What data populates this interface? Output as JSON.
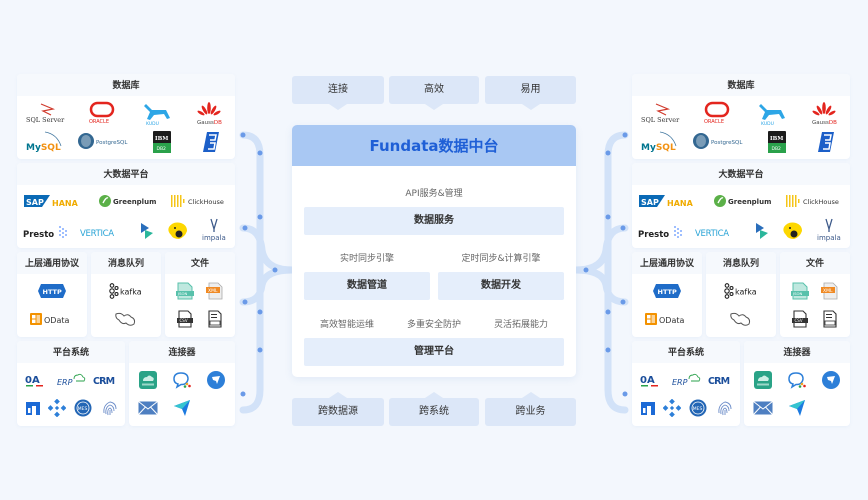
{
  "platform": {
    "title": "Fundata数据中台",
    "top_tags": [
      "连接",
      "高效",
      "易用"
    ],
    "bottom_tags": [
      "跨数据源",
      "跨系统",
      "跨业务"
    ],
    "api_caption": "API服务&管理",
    "data_service": "数据服务",
    "realtime_caption": "实时同步引擎",
    "scheduled_caption": "定时同步&计算引擎",
    "data_pipeline": "数据管道",
    "data_dev": "数据开发",
    "features": [
      "高效智能运维",
      "多重安全防护",
      "灵活拓展能力"
    ],
    "mgmt_platform": "管理平台"
  },
  "sources": {
    "database": {
      "title": "数据库",
      "items": [
        "SQL Server",
        "ORACLE",
        "KUDU",
        "GaussDB",
        "MySQL",
        "PostgreSQL",
        "IBM DB2",
        "Sybase"
      ]
    },
    "bigdata": {
      "title": "大数据平台",
      "items": [
        "SAP HANA",
        "Greenplum",
        "ClickHouse",
        "Presto",
        "VERTICA",
        "Kylin",
        "Hive",
        "impala"
      ]
    },
    "protocol": {
      "title": "上层通用协议",
      "items": [
        "HTTP",
        "OData"
      ]
    },
    "mq": {
      "title": "消息队列",
      "items": [
        "kafka",
        "RocketMQ"
      ]
    },
    "file": {
      "title": "文件",
      "items": [
        "JSON",
        "XML",
        "CSV",
        "TXT"
      ]
    },
    "platform_sys": {
      "title": "平台系统",
      "items": [
        "OA",
        "ERP",
        "CRM",
        "FineReport",
        "Workflow",
        "MES",
        "Fingerprint"
      ]
    },
    "connector": {
      "title": "连接器",
      "items": [
        "企业微信",
        "WeCom Chat",
        "DingTalk",
        "Email",
        "Feishu"
      ]
    }
  },
  "colors": {
    "accent": "#1f5fd6",
    "title_band": "#a9c8f3",
    "pill": "#dce7f8",
    "block": "#e5eefb",
    "connector_line": "#d2e2f8",
    "connector_dot": "#6a9ae8",
    "background": "#f3f7fd"
  }
}
